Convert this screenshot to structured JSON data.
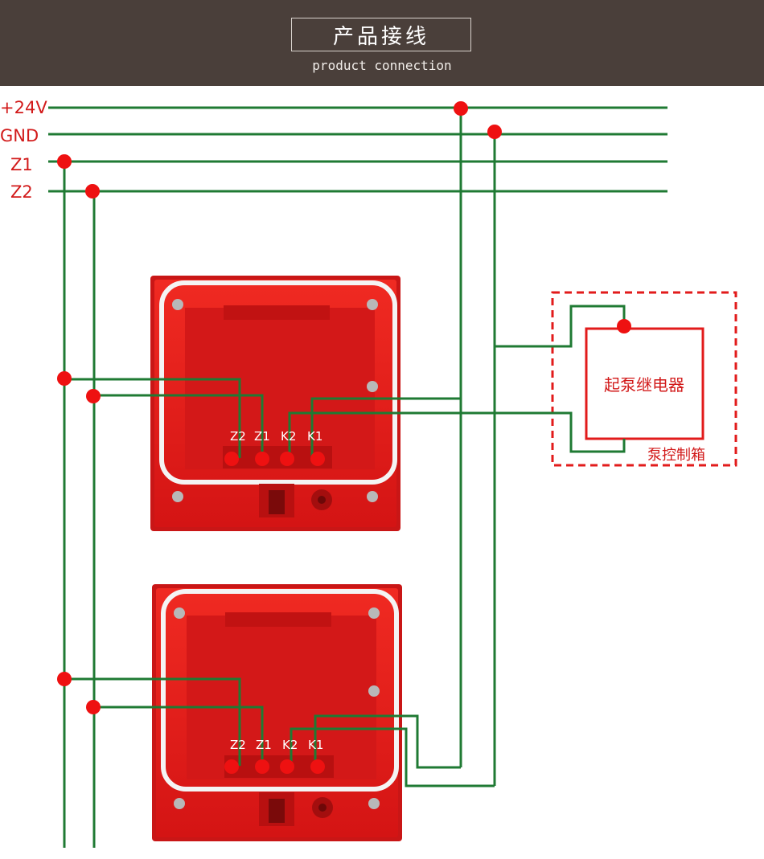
{
  "header": {
    "title": "产品接线",
    "subtitle": "product connection"
  },
  "bus": {
    "lines": [
      "+24V",
      "GND",
      "Z1",
      "Z2"
    ]
  },
  "module": {
    "terminals": [
      "Z2",
      "Z1",
      "K2",
      "K1"
    ]
  },
  "pump_box": {
    "relay_label": "起泵继电器",
    "caption": "泵控制箱"
  },
  "colors": {
    "header_bg": "#4a3f3a",
    "wire": "#1f7a33",
    "node": "#ee1111",
    "module_red": "#e01c1c",
    "label_red": "#d21a1a"
  }
}
